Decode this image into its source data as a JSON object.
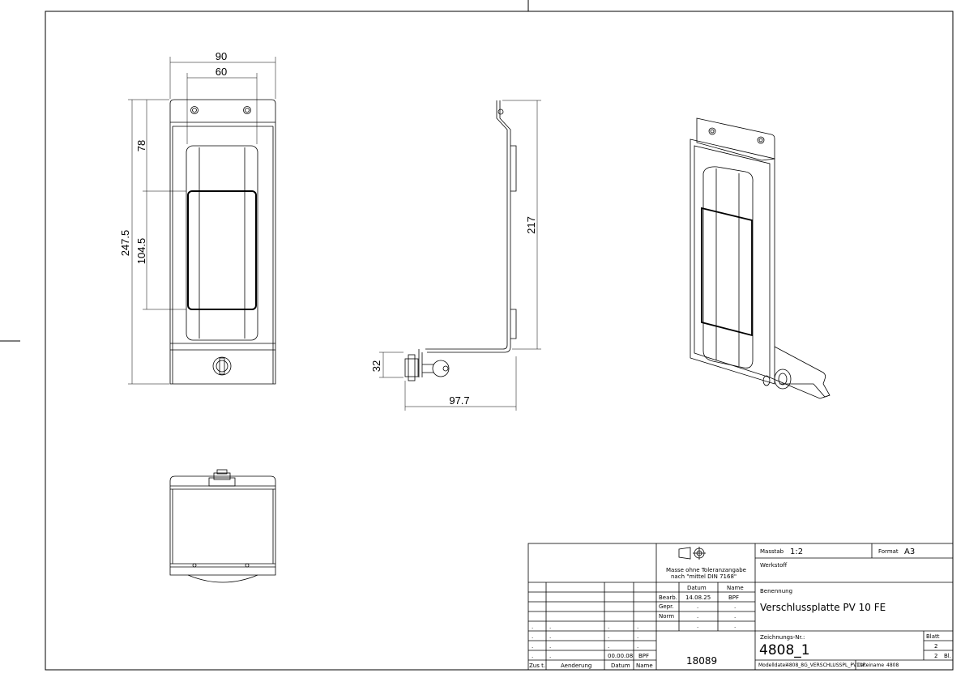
{
  "dimensions": {
    "width_90": "90",
    "width_60": "60",
    "height_78": "78",
    "height_247_5": "247.5",
    "height_104_5": "104.5",
    "height_217": "217",
    "height_32": "32",
    "width_97_7": "97.7"
  },
  "title_block": {
    "tolerance_note_line1": "Masse ohne Toleranzangabe",
    "tolerance_note_line2": "nach \"mittel DIN 7168\"",
    "col_datum": "Datum",
    "col_name": "Name",
    "row_bearb": "Bearb.",
    "row_gepr": "Gepr.",
    "row_norm": "Norm",
    "bearb_datum": "14.08.25",
    "bearb_name": "BPF",
    "dot": ".",
    "change_datum": "00.00.08",
    "change_name": "BPF",
    "label_zust": "Zus t.",
    "label_aenderung": "Aenderung",
    "label_datum": "Datum",
    "label_name": "Name",
    "number_18089": "18089",
    "massstab_label": "Masstab",
    "massstab_value": "1:2",
    "format_label": "Format",
    "format_value": "A3",
    "werkstoff_label": "Werkstoff",
    "benennung_label": "Benennung",
    "benennung_value": "Verschlussplatte PV 10 FE",
    "zeichnungs_label": "Zeichnungs-Nr.:",
    "zeichnungs_value": "4808_1",
    "blatt_label": "Blatt",
    "blatt_value": "2",
    "blatt_total": "2",
    "blatt_bl": "Bl.",
    "modelldatei_label": "Modelldatei",
    "modelldatei_value": "4808_8G_VERSCHLUSSPL_PV10F",
    "dateiname_label": "Dateiname",
    "dateiname_value": "4808"
  }
}
